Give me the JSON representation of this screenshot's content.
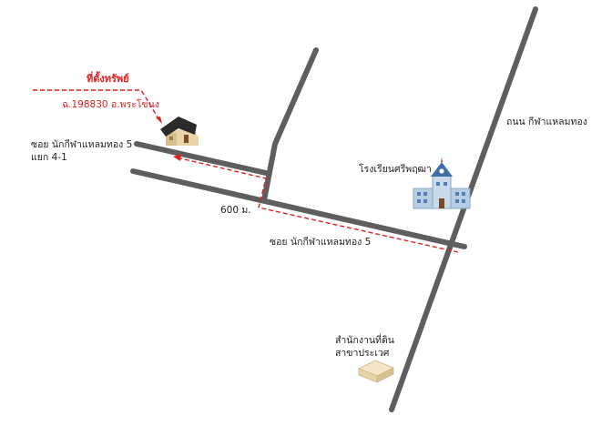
{
  "property": {
    "heading": "ที่ตั้งทรัพย์",
    "deed": "ฉ.198830 อ.พระโขนง"
  },
  "roads": {
    "main_road": "ถนน กีฬาแหลมทอง",
    "soi_main": "ซอย นักกีฬาแหลมทอง 5",
    "soi_branch_line1": "ซอย นักกีฬาแหลมทอง 5",
    "soi_branch_line2": "แยก 4-1"
  },
  "distance": "600 ม.",
  "landmarks": {
    "school": "โรงเรียนศรีพฤฒา",
    "land_office_line1": "สำนักงานที่ดิน",
    "land_office_line2": "สาขาประเวศ"
  },
  "colors": {
    "road": "#5e5e5e",
    "route": "#e02020",
    "text": "#222222"
  },
  "icons": [
    "house-icon",
    "school-building-icon",
    "office-box-icon"
  ]
}
